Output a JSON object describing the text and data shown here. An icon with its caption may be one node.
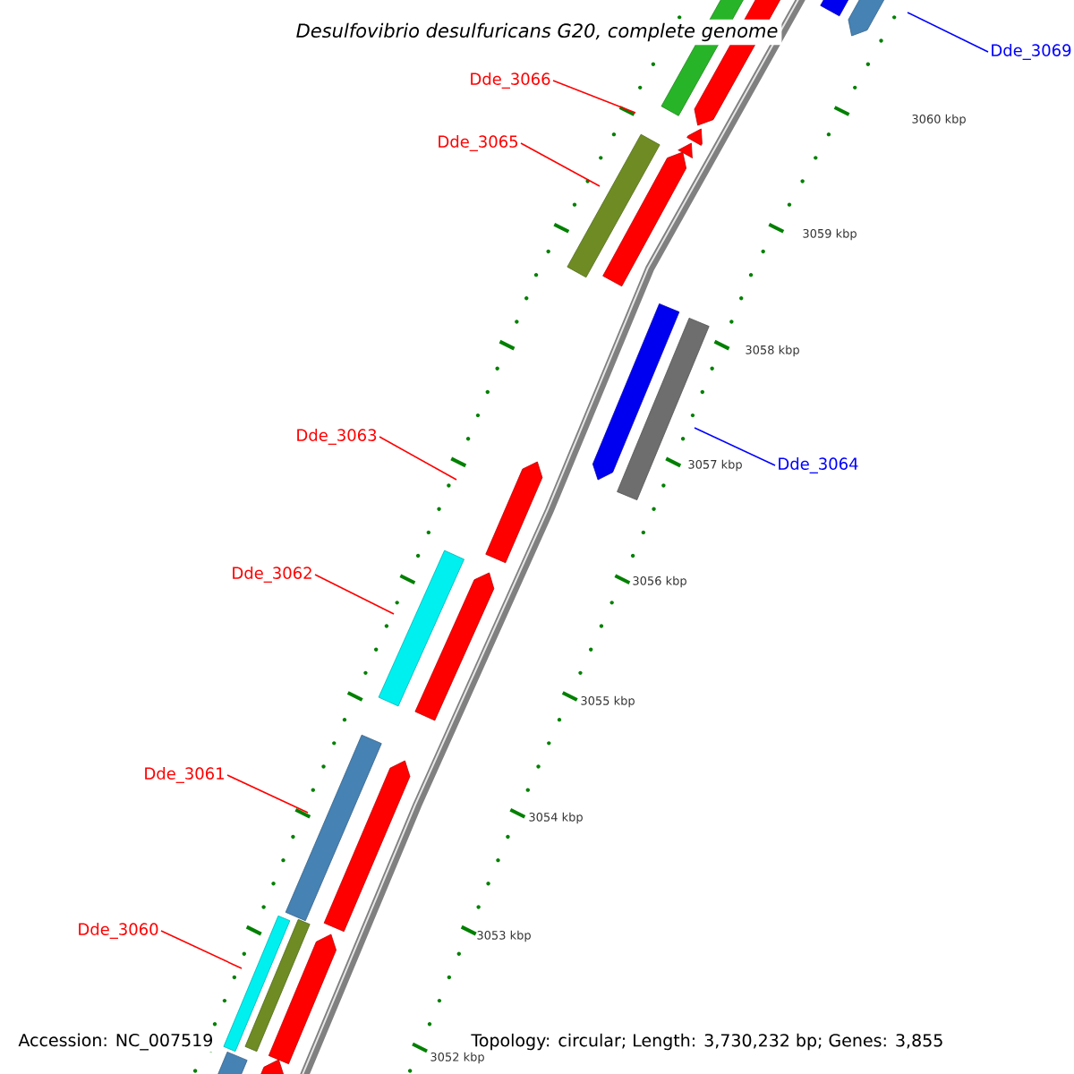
{
  "diagram": {
    "title": "Desulfovibrio desulfuricans G20, complete genome",
    "nodes": [
      {
        "text": [
          "Dde_3069"
        ]
      },
      {
        "text": [
          "Dde_3066"
        ]
      },
      {
        "text": [
          "Dde_3065"
        ]
      },
      {
        "text": [
          "Dde_3063"
        ]
      },
      {
        "text": [
          "Dde_3064"
        ]
      },
      {
        "text": [
          "Dde_3062"
        ]
      },
      {
        "text": [
          "Dde_3061"
        ]
      },
      {
        "text": [
          "Dde_3060"
        ]
      }
    ],
    "edges": [
      {
        "from": 0,
        "to": null,
        "arrow": "none",
        "color": "#0000ff"
      },
      {
        "from": 1,
        "to": null,
        "arrow": "none"
      },
      {
        "from": 2,
        "to": null,
        "arrow": "none"
      },
      {
        "from": 3,
        "to": null,
        "arrow": "none"
      },
      {
        "from": 4,
        "to": null,
        "arrow": "none",
        "color": "#0000ff"
      },
      {
        "from": 5,
        "to": null,
        "arrow": "none"
      },
      {
        "from": 6,
        "to": null,
        "arrow": "none"
      },
      {
        "from": 7,
        "to": null,
        "arrow": "none"
      }
    ],
    "labels": [
      "3060 kbp",
      "3059 kbp",
      "3058 kbp",
      "3057 kbp",
      "3056 kbp",
      "3055 kbp",
      "3054 kbp",
      "3053 kbp",
      "Accession: NC_007519",
      "Topology: circular; Length: 3,730,232 bp; Genes: 3,855",
      "3052 kbp"
    ]
  }
}
